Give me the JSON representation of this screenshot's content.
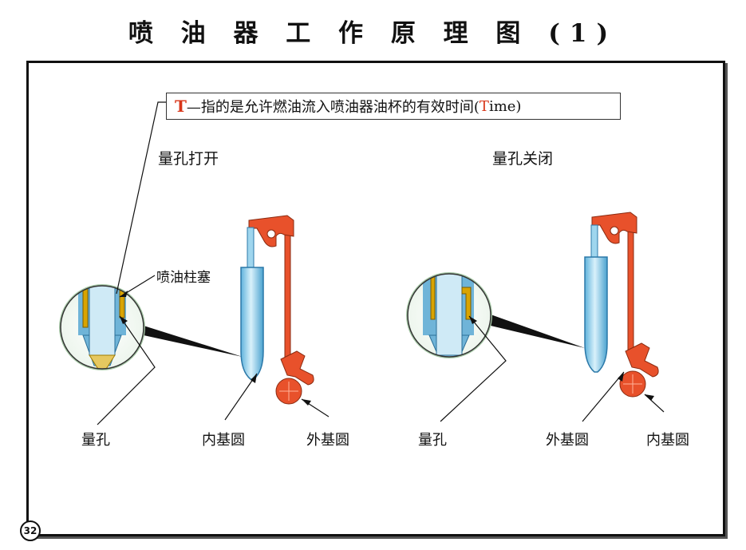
{
  "title": "喷 油 器 工 作 原 理 图 (1)",
  "note": {
    "t_letter": "T",
    "text": "—指的是允许燃油流入喷油器油杯的有效时间(",
    "time_t": "T",
    "time_rest": "ime)"
  },
  "left": {
    "heading": "量孔打开",
    "plunger_label": "喷油柱塞",
    "orifice_label": "量孔",
    "inner_circle_label": "内基圆",
    "outer_circle_label": "外基圆"
  },
  "right": {
    "heading": "量孔关闭",
    "orifice_label": "量孔",
    "outer_circle_label": "外基圆",
    "inner_circle_label": "内基圆"
  },
  "page_number": "32",
  "colors": {
    "injector_body": "#9fd6ee",
    "injector_edge": "#2b78a8",
    "rocker": "#e8512b",
    "cam": "#e8512b",
    "fuel": "#d9a400"
  }
}
